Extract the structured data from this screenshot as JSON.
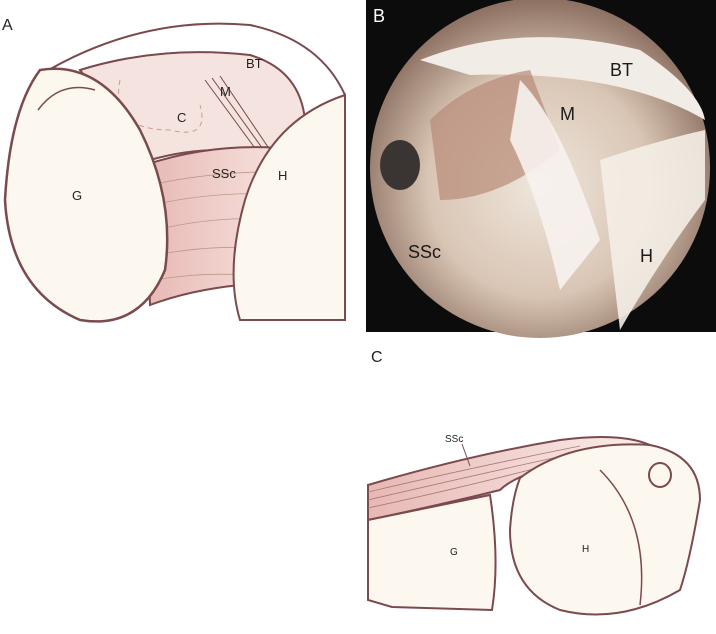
{
  "panels": {
    "a": {
      "letter": "A",
      "labels": {
        "bt": "BT",
        "m": "M",
        "c": "C",
        "ssc": "SSc",
        "h": "H",
        "g": "G"
      }
    },
    "b": {
      "letter": "B",
      "labels": {
        "bt": "BT",
        "m": "M",
        "ssc": "SSc",
        "h": "H"
      }
    },
    "c": {
      "letter": "C",
      "labels": {
        "ssc": "SSc",
        "g": "G",
        "h": "H"
      }
    }
  },
  "colors": {
    "outline": "#7a4a4e",
    "tissue": "#f3dcd8",
    "bone": "#fdf8ef",
    "photo_bg": "#0c0c0c"
  }
}
